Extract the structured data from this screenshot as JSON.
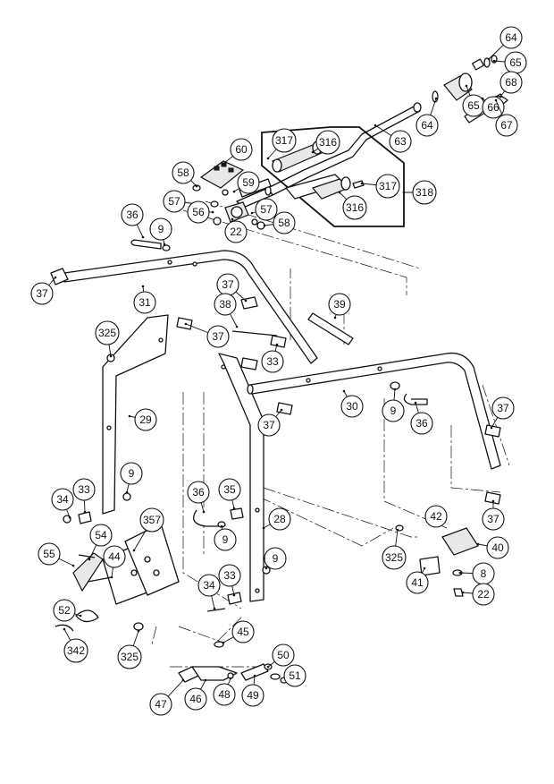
{
  "diagram": {
    "title": "",
    "type": "exploded parts diagram",
    "group_label": "318",
    "callouts": [
      {
        "id": "c64a",
        "label": "64"
      },
      {
        "id": "c65a",
        "label": "65"
      },
      {
        "id": "c68",
        "label": "68"
      },
      {
        "id": "c65b",
        "label": "65"
      },
      {
        "id": "c64b",
        "label": "64"
      },
      {
        "id": "c66",
        "label": "66"
      },
      {
        "id": "c67",
        "label": "67"
      },
      {
        "id": "c63",
        "label": "63"
      },
      {
        "id": "c317a",
        "label": "317"
      },
      {
        "id": "c316a",
        "label": "316"
      },
      {
        "id": "c317b",
        "label": "317"
      },
      {
        "id": "c316b",
        "label": "316"
      },
      {
        "id": "c318",
        "label": "318"
      },
      {
        "id": "c60",
        "label": "60"
      },
      {
        "id": "c58a",
        "label": "58"
      },
      {
        "id": "c59",
        "label": "59"
      },
      {
        "id": "c57a",
        "label": "57"
      },
      {
        "id": "c56",
        "label": "56"
      },
      {
        "id": "c57b",
        "label": "57"
      },
      {
        "id": "c22a",
        "label": "22"
      },
      {
        "id": "c58b",
        "label": "58"
      },
      {
        "id": "c36a",
        "label": "36"
      },
      {
        "id": "c9a",
        "label": "9"
      },
      {
        "id": "c37a",
        "label": "37"
      },
      {
        "id": "c31",
        "label": "31"
      },
      {
        "id": "c37b",
        "label": "37"
      },
      {
        "id": "c38",
        "label": "38"
      },
      {
        "id": "c39",
        "label": "39"
      },
      {
        "id": "c325a",
        "label": "325"
      },
      {
        "id": "c37c",
        "label": "37"
      },
      {
        "id": "c33a",
        "label": "33"
      },
      {
        "id": "c29",
        "label": "29"
      },
      {
        "id": "c30",
        "label": "30"
      },
      {
        "id": "c37d",
        "label": "37"
      },
      {
        "id": "c9b",
        "label": "9"
      },
      {
        "id": "c36b",
        "label": "36"
      },
      {
        "id": "c37e",
        "label": "37"
      },
      {
        "id": "c9c",
        "label": "9"
      },
      {
        "id": "c34a",
        "label": "34"
      },
      {
        "id": "c33b",
        "label": "33"
      },
      {
        "id": "c36c",
        "label": "36"
      },
      {
        "id": "c35",
        "label": "35"
      },
      {
        "id": "c357",
        "label": "357"
      },
      {
        "id": "c9d",
        "label": "9"
      },
      {
        "id": "c28",
        "label": "28"
      },
      {
        "id": "c37f",
        "label": "37"
      },
      {
        "id": "c42",
        "label": "42"
      },
      {
        "id": "c54",
        "label": "54"
      },
      {
        "id": "c55",
        "label": "55"
      },
      {
        "id": "c44",
        "label": "44"
      },
      {
        "id": "c9e",
        "label": "9"
      },
      {
        "id": "c325b",
        "label": "325"
      },
      {
        "id": "c40",
        "label": "40"
      },
      {
        "id": "c41",
        "label": "41"
      },
      {
        "id": "c8",
        "label": "8"
      },
      {
        "id": "c22b",
        "label": "22"
      },
      {
        "id": "c34b",
        "label": "34"
      },
      {
        "id": "c33c",
        "label": "33"
      },
      {
        "id": "c52",
        "label": "52"
      },
      {
        "id": "c342",
        "label": "342"
      },
      {
        "id": "c325c",
        "label": "325"
      },
      {
        "id": "c45",
        "label": "45"
      },
      {
        "id": "c50",
        "label": "50"
      },
      {
        "id": "c51",
        "label": "51"
      },
      {
        "id": "c47",
        "label": "47"
      },
      {
        "id": "c46",
        "label": "46"
      },
      {
        "id": "c48",
        "label": "48"
      },
      {
        "id": "c49",
        "label": "49"
      }
    ]
  }
}
